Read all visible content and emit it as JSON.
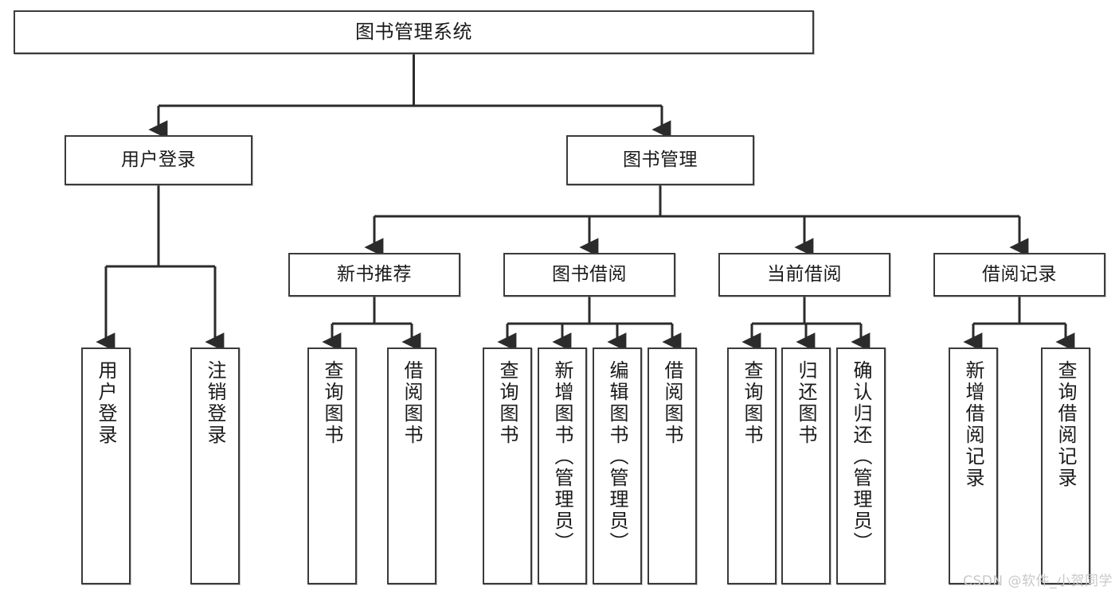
{
  "diagram": {
    "title": "图书管理系统",
    "type": "hierarchy-tree",
    "style": {
      "box_border_color": "#3b3b3b",
      "box_fill_color": "#ffffff",
      "connector_color": "#2b2b2b",
      "background_color": "#ffffff",
      "watermark_color": "#c9c9c9"
    },
    "root": {
      "id": "root",
      "label": "图书管理系统"
    },
    "level2": [
      {
        "id": "user-login",
        "label": "用户登录"
      },
      {
        "id": "book-manage",
        "label": "图书管理"
      }
    ],
    "level3": [
      {
        "id": "new-book-recommend",
        "label": "新书推荐",
        "parent": "book-manage"
      },
      {
        "id": "book-borrow",
        "label": "图书借阅",
        "parent": "book-manage"
      },
      {
        "id": "current-borrow",
        "label": "当前借阅",
        "parent": "book-manage"
      },
      {
        "id": "borrow-record",
        "label": "借阅记录",
        "parent": "book-manage"
      }
    ],
    "leaves": [
      {
        "id": "leaf-user-login",
        "label": "用户登录",
        "parent": "user-login"
      },
      {
        "id": "leaf-user-logout",
        "label": "注销登录",
        "parent": "user-login"
      },
      {
        "id": "leaf-query-book-1",
        "label": "查询图书",
        "parent": "new-book-recommend"
      },
      {
        "id": "leaf-borrow-book-1",
        "label": "借阅图书",
        "parent": "new-book-recommend"
      },
      {
        "id": "leaf-query-book-2",
        "label": "查询图书",
        "parent": "book-borrow"
      },
      {
        "id": "leaf-add-book",
        "label": "新增图书（管理员）",
        "parent": "book-borrow"
      },
      {
        "id": "leaf-edit-book",
        "label": "编辑图书（管理员）",
        "parent": "book-borrow"
      },
      {
        "id": "leaf-borrow-book-2",
        "label": "借阅图书",
        "parent": "book-borrow"
      },
      {
        "id": "leaf-query-book-3",
        "label": "查询图书",
        "parent": "current-borrow"
      },
      {
        "id": "leaf-return-book",
        "label": "归还图书",
        "parent": "current-borrow"
      },
      {
        "id": "leaf-confirm-return",
        "label": "确认归还（管理员）",
        "parent": "current-borrow"
      },
      {
        "id": "leaf-add-record",
        "label": "新增借阅记录",
        "parent": "borrow-record"
      },
      {
        "id": "leaf-query-record",
        "label": "查询借阅记录",
        "parent": "borrow-record"
      }
    ],
    "watermark": "CSDN @软件_小贺同学"
  }
}
